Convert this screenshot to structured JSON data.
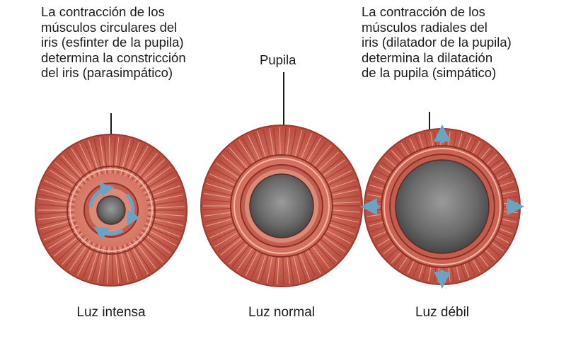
{
  "annotations": {
    "left": [
      "La contracción de los",
      "músculos circulares del",
      "iris (esfinter de la pupila)",
      "determina la constricción",
      "del iris (parasimpático)"
    ],
    "center": "Pupila",
    "right": [
      "La contracción de los",
      "músculos radiales del",
      "iris (dilatador de la pupila)",
      "determina la dilatación",
      "de la pupila (simpático)"
    ]
  },
  "captions": {
    "left": "Luz intensa",
    "center": "Luz normal",
    "right": "Luz débil"
  },
  "colors": {
    "iris_outer": "#c65a4a",
    "iris_inner": "#d88272",
    "iris_edge": "#8e2f27",
    "pupil": "#6a6a6a",
    "pupil_light": "#a8a8a8",
    "arrow": "#6aa3c4",
    "text": "#1a1a1a"
  },
  "icons": {
    "circular_arrows": "circular-arrows-icon",
    "radial_arrows": "radial-arrows-icon"
  }
}
